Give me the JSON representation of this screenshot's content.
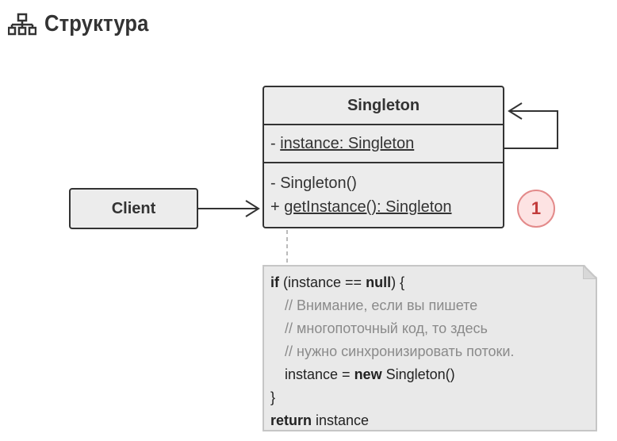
{
  "header": {
    "title": "Структура",
    "icon": "hierarchy-icon"
  },
  "singleton": {
    "name": "Singleton",
    "field": "- instance: Singleton",
    "field_prefix": "- ",
    "field_underlined": "instance: Singleton",
    "method_1": "- Singleton()",
    "method_2_prefix": "+ ",
    "method_2_underlined": "getInstance(): Singleton"
  },
  "client": {
    "name": "Client"
  },
  "badge": {
    "label": "1"
  },
  "note": {
    "line1_kw1": "if",
    "line1_mid": " (instance == ",
    "line1_kw2": "null",
    "line1_end": ") {",
    "comment1": "// Внимание, если вы пишете",
    "comment2": "// многопоточный код, то здесь",
    "comment3": "// нужно синхронизировать потоки.",
    "assign_start": "instance = ",
    "assign_kw": "new",
    "assign_end": " Singleton()",
    "close_brace": "}",
    "return_kw": "return",
    "return_rest": " instance"
  },
  "colors": {
    "box_fill": "#ececec",
    "box_stroke": "#333333",
    "note_fill": "#e9e9e9",
    "badge_fill": "#fde3e3",
    "badge_text": "#c23b3b"
  }
}
